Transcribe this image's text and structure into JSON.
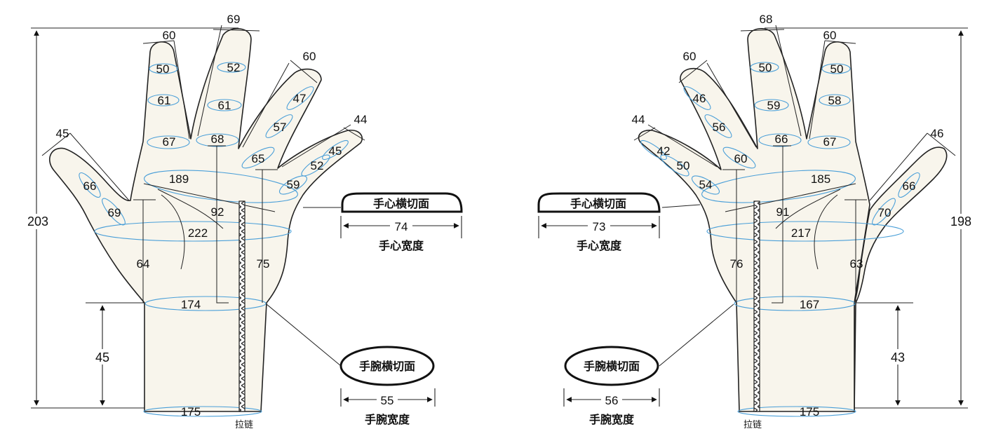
{
  "left_hand": {
    "total_length": "203",
    "wrist_length": "45",
    "measures": {
      "pinky_tip": "45",
      "pinky_1": "66",
      "pinky_2": "69",
      "ring_tip": "60",
      "ring_1": "50",
      "ring_2": "61",
      "ring_3": "67",
      "middle_tip": "69",
      "middle_1": "52",
      "middle_2": "61",
      "middle_3": "68",
      "index_tip": "60",
      "index_1": "47",
      "index_2": "57",
      "index_3": "65",
      "thumb_tip": "44",
      "thumb_1": "45",
      "thumb_2": "52",
      "thumb_3": "59",
      "palm_upper": "189",
      "palm_lower": "222",
      "palm_len_a": "92",
      "wrist_circ": "174",
      "palm_len_b": "64",
      "palm_len_c": "75",
      "cuff": "175"
    },
    "palm_section": {
      "label": "手心横切面",
      "width": "74",
      "width_label": "手心宽度"
    },
    "wrist_section": {
      "label": "手腕横切面",
      "width": "55",
      "width_label": "手腕宽度"
    },
    "zipper_label": "拉链"
  },
  "right_hand": {
    "total_length": "198",
    "wrist_length": "43",
    "measures": {
      "thumb_tip": "44",
      "thumb_1": "42",
      "thumb_2": "50",
      "thumb_3": "54",
      "index_tip": "60",
      "index_1": "46",
      "index_2": "56",
      "index_3": "60",
      "middle_tip": "68",
      "middle_1": "50",
      "middle_2": "59",
      "middle_3": "66",
      "ring_tip": "60",
      "ring_1": "50",
      "ring_2": "58",
      "ring_3": "67",
      "pinky_tip": "46",
      "pinky_1": "66",
      "pinky_2": "70",
      "palm_upper": "185",
      "palm_lower": "217",
      "palm_len_a": "91",
      "wrist_circ": "167",
      "palm_len_b": "63",
      "palm_len_c": "76",
      "cuff": "175"
    },
    "palm_section": {
      "label": "手心横切面",
      "width": "73",
      "width_label": "手心宽度"
    },
    "wrist_section": {
      "label": "手腕横切面",
      "width": "56",
      "width_label": "手腕宽度"
    },
    "zipper_label": "拉链"
  }
}
